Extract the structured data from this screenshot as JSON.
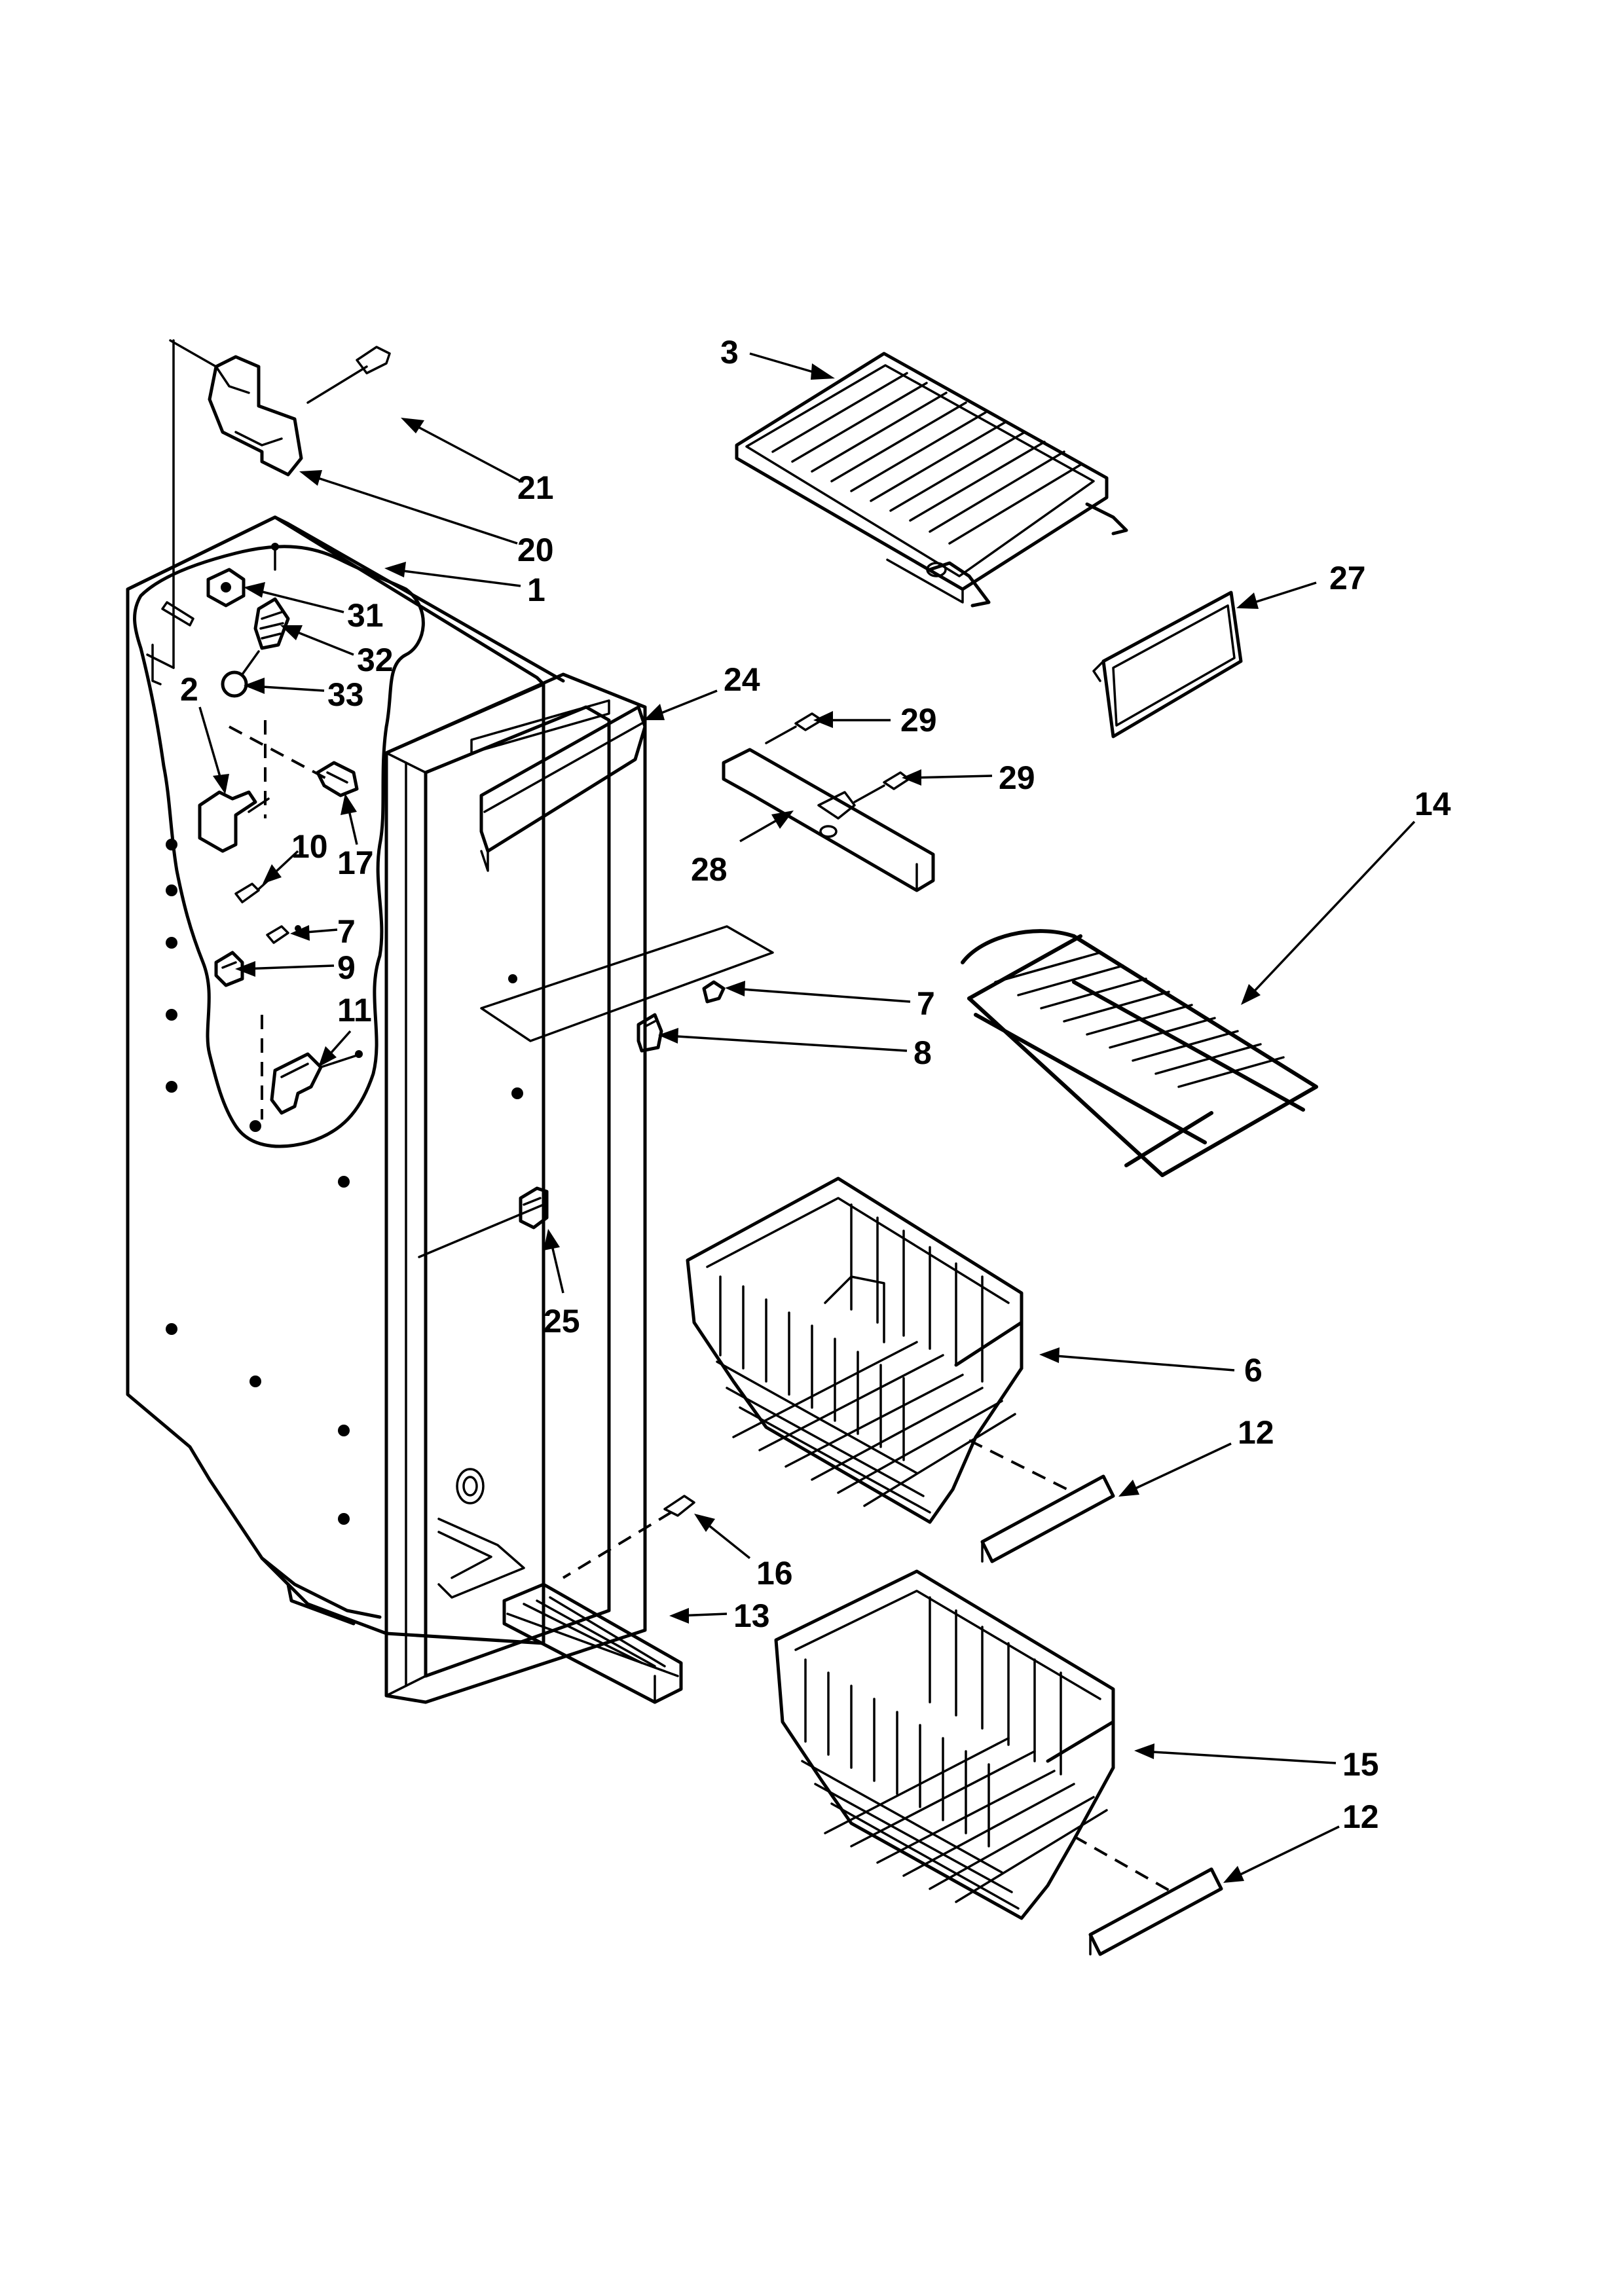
{
  "callouts": [
    {
      "id": "c3",
      "text": "3"
    },
    {
      "id": "c21",
      "text": "21"
    },
    {
      "id": "c20",
      "text": "20"
    },
    {
      "id": "c1",
      "text": "1"
    },
    {
      "id": "c27",
      "text": "27"
    },
    {
      "id": "c31",
      "text": "31"
    },
    {
      "id": "c32",
      "text": "32"
    },
    {
      "id": "c33",
      "text": "33"
    },
    {
      "id": "c2",
      "text": "2"
    },
    {
      "id": "c24",
      "text": "24"
    },
    {
      "id": "c29a",
      "text": "29"
    },
    {
      "id": "c29b",
      "text": "29"
    },
    {
      "id": "c14",
      "text": "14"
    },
    {
      "id": "c28",
      "text": "28"
    },
    {
      "id": "c17",
      "text": "17"
    },
    {
      "id": "c10",
      "text": "10"
    },
    {
      "id": "c7a",
      "text": "7"
    },
    {
      "id": "c9",
      "text": "9"
    },
    {
      "id": "c7b",
      "text": "7"
    },
    {
      "id": "c8",
      "text": "8"
    },
    {
      "id": "c11",
      "text": "11"
    },
    {
      "id": "c25",
      "text": "25"
    },
    {
      "id": "c6",
      "text": "6"
    },
    {
      "id": "c12a",
      "text": "12"
    },
    {
      "id": "c16",
      "text": "16"
    },
    {
      "id": "c13",
      "text": "13"
    },
    {
      "id": "c15",
      "text": "15"
    },
    {
      "id": "c12b",
      "text": "12"
    }
  ]
}
